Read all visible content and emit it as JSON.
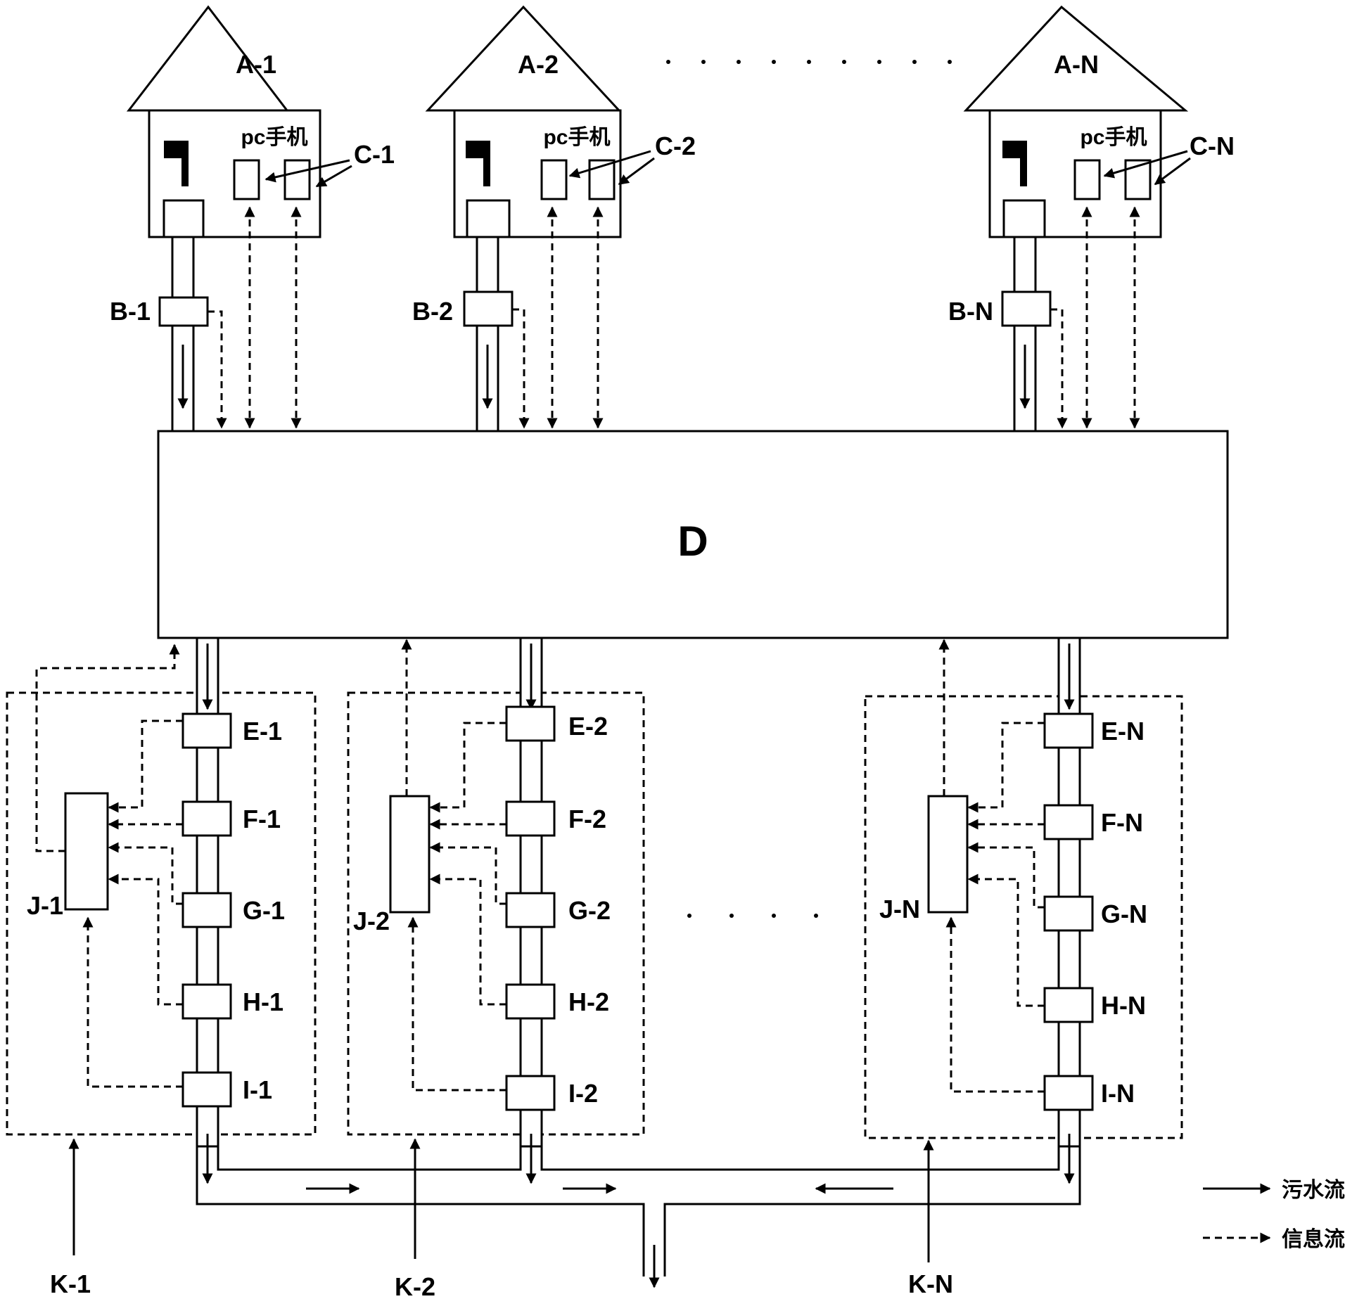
{
  "houses": [
    {
      "label": "A-1",
      "device_text": "pc手机",
      "device_label": "C-1",
      "meter_label": "B-1"
    },
    {
      "label": "A-2",
      "device_text": "pc手机",
      "device_label": "C-2",
      "meter_label": "B-2"
    },
    {
      "label": "A-N",
      "device_text": "pc手机",
      "device_label": "C-N",
      "meter_label": "B-N"
    }
  ],
  "center_label": "D",
  "units": [
    {
      "sensors": [
        "E-1",
        "F-1",
        "G-1",
        "H-1",
        "I-1"
      ],
      "controller": "J-1",
      "input": "K-1"
    },
    {
      "sensors": [
        "E-2",
        "F-2",
        "G-2",
        "H-2",
        "I-2"
      ],
      "controller": "J-2",
      "input": "K-2"
    },
    {
      "sensors": [
        "E-N",
        "F-N",
        "G-N",
        "H-N",
        "I-N"
      ],
      "controller": "J-N",
      "input": "K-N"
    }
  ],
  "legend": {
    "sewage": "污水流",
    "info": "信息流"
  }
}
